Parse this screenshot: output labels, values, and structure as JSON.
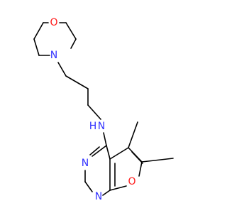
{
  "molecule": {
    "atoms": {
      "morpholine_oxygen": "O",
      "morpholine_nitrogen": "N",
      "amine_nitrogen": "N",
      "amine_hydrogen": "H",
      "pyrimidine_nitrogen_1": "N",
      "pyrimidine_nitrogen_2": "N",
      "furan_oxygen": "O"
    }
  },
  "colors": {
    "bond": "#000000",
    "nitrogen": "#3333ff",
    "oxygen": "#ff1a1a",
    "background": "#ffffff"
  }
}
